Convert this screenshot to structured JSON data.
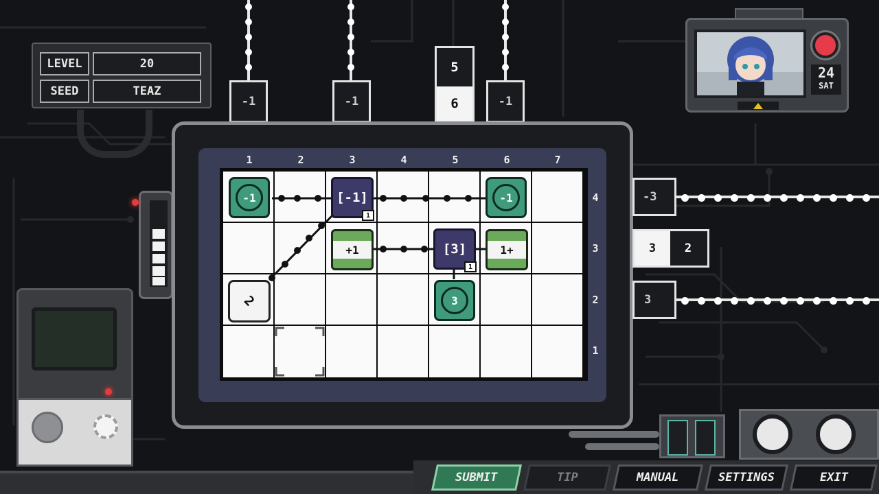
{
  "game": {
    "level_label": "LEVEL",
    "level_value": "20",
    "seed_label": "SEED",
    "seed_value": "TEAZ"
  },
  "column_numbers": [
    "1",
    "2",
    "3",
    "4",
    "5",
    "6",
    "7"
  ],
  "row_numbers": [
    "4",
    "3",
    "2",
    "1"
  ],
  "top_clues": {
    "col1": "-1",
    "col3": "-1",
    "col5_top": "5",
    "col5_bottom": "6",
    "col6": "-1"
  },
  "right_clues": {
    "row4": "-3",
    "row3_a": "3",
    "row3_b": "2",
    "row2": "3"
  },
  "tiles": {
    "r4c1": "-1",
    "r4c3": "[-1]",
    "r4c3_badge": "1",
    "r4c6": "-1",
    "r3c3": "+1",
    "r3c5": "[3]",
    "r3c5_badge": "1",
    "r3c6": "1+",
    "r2c1": "2",
    "r2c5": "3"
  },
  "clock": {
    "day_number": "24",
    "day_name": "SAT"
  },
  "menu": {
    "submit": "SUBMIT",
    "tip": "TIP",
    "manual": "MANUAL",
    "settings": "SETTINGS",
    "exit": "EXIT"
  },
  "colors": {
    "tile_green": "#3f9b7c",
    "tile_purple": "#3d3a6a",
    "board_frame": "#3a3d56",
    "submit_active": "#2f7a55"
  }
}
